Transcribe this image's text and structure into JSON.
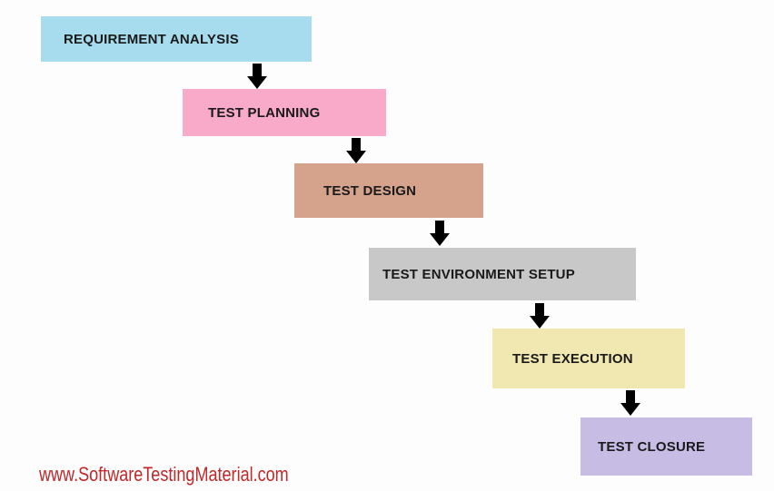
{
  "diagram": {
    "stages": [
      {
        "id": "requirement-analysis",
        "label": "REQUIREMENT ANALYSIS",
        "color": "#a6dcee"
      },
      {
        "id": "test-planning",
        "label": "TEST PLANNING",
        "color": "#f8aac8"
      },
      {
        "id": "test-design",
        "label": "TEST DESIGN",
        "color": "#d5a38c"
      },
      {
        "id": "test-environment-setup",
        "label": "TEST ENVIRONMENT SETUP",
        "color": "#c8c8c8"
      },
      {
        "id": "test-execution",
        "label": "TEST EXECUTION",
        "color": "#f1e7b0"
      },
      {
        "id": "test-closure",
        "label": "TEST CLOSURE",
        "color": "#c7bde4"
      }
    ],
    "arrow_color": "#000000"
  },
  "watermark": {
    "text": "www.SoftwareTestingMaterial.com",
    "color": "#c0282a"
  }
}
